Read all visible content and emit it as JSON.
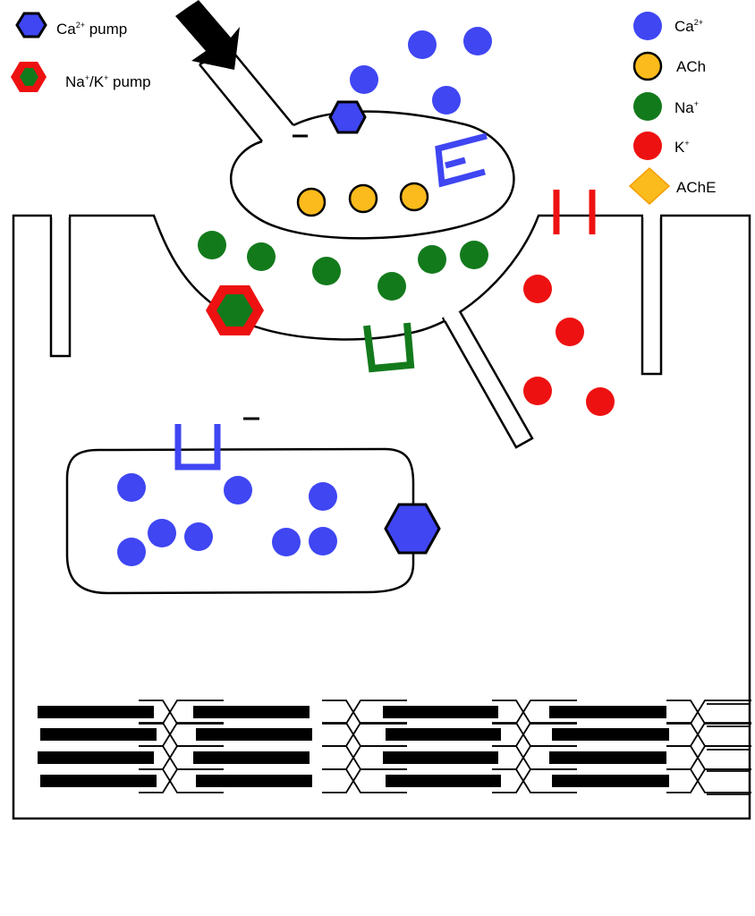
{
  "legend_left": [
    {
      "label": "Ca",
      "sup": "2+",
      "suffix": " pump",
      "icon": "ca-pump-hexagon-icon"
    },
    {
      "label": "Na",
      "sup": "+",
      "suffix": "/K",
      "sup2": "+",
      "suffix2": " pump",
      "icon": "na-k-pump-hexagon-icon"
    }
  ],
  "legend_right": [
    {
      "label": "Ca",
      "sup": "2+",
      "icon": "calcium-ion-icon"
    },
    {
      "label": "ACh",
      "sup": "",
      "icon": "acetylcholine-icon"
    },
    {
      "label": "Na",
      "sup": "+",
      "icon": "sodium-ion-icon"
    },
    {
      "label": "K",
      "sup": "+",
      "icon": "potassium-ion-icon"
    },
    {
      "label": "AChE",
      "sup": "",
      "icon": "acetylcholinesterase-icon"
    }
  ],
  "colors": {
    "calcium": "#3f46f2",
    "ach": "#fbbb1c",
    "sodium": "#137a1c",
    "potassium": "#ee1111",
    "ache": "#fbbb1c",
    "outline": "#000000",
    "filament": "#000000"
  }
}
